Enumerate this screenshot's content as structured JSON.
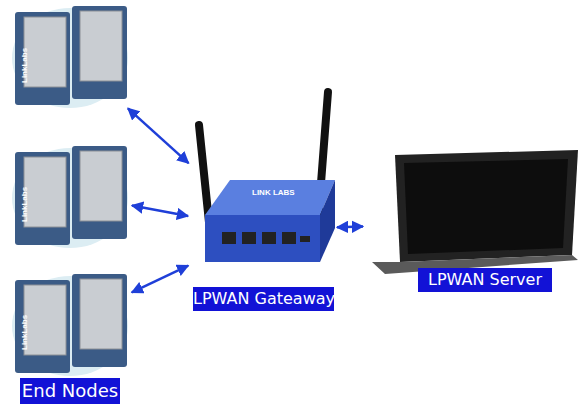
{
  "diagram": {
    "nodes": [
      {
        "text": [
          "LinkLabs"
        ]
      },
      {
        "text": [
          "LinkLabs"
        ]
      },
      {
        "text": [
          "LinkLabs"
        ]
      },
      {
        "text": [
          "LINK LABS",
          "LPWAN Gateaway"
        ]
      },
      {
        "text": [
          "LPWAN Server"
        ]
      }
    ],
    "edges": [
      {
        "from": 0,
        "to": 3,
        "arrow": "both"
      },
      {
        "from": 1,
        "to": 3,
        "arrow": "both"
      },
      {
        "from": 2,
        "to": 3,
        "arrow": "both"
      },
      {
        "from": 3,
        "to": 4,
        "arrow": "both"
      }
    ],
    "labels": [
      "End Nodes"
    ]
  }
}
